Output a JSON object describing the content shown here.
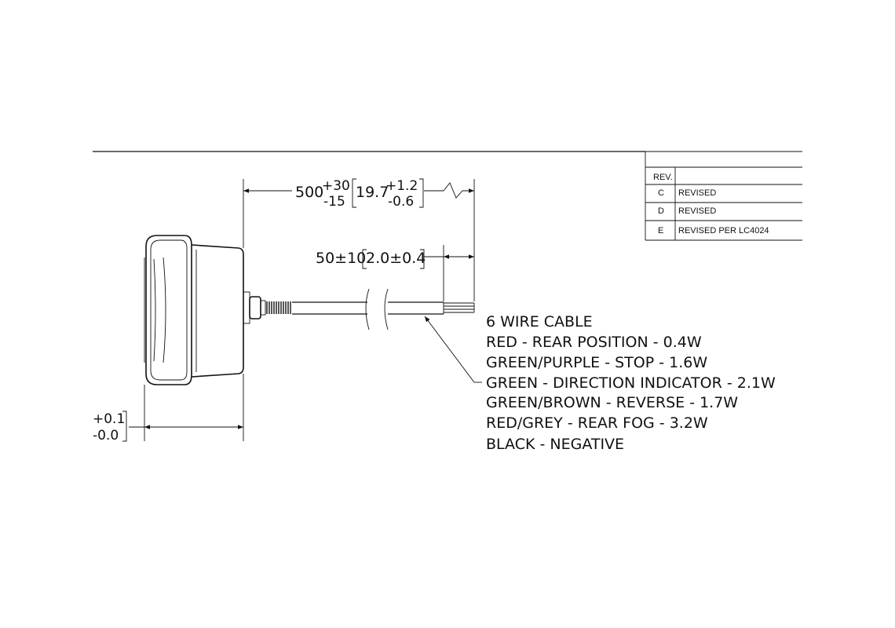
{
  "revision_table": {
    "header": "REV.",
    "rows": [
      {
        "rev": "C",
        "description": "REVISED"
      },
      {
        "rev": "D",
        "description": "REVISED"
      },
      {
        "rev": "E",
        "description": "REVISED PER LC4024"
      }
    ]
  },
  "dimensions": {
    "cable_length": {
      "nominal": "500",
      "tol_plus": "+30",
      "tol_minus": "-15",
      "inch_nominal": "19.7",
      "inch_plus": "+1.2",
      "inch_minus": "-0.6"
    },
    "strip_length": {
      "value": "50±10",
      "inch_value": "2.0±0.4"
    },
    "body_depth": {
      "tol_plus": "+0.1",
      "tol_minus": "-0.0"
    }
  },
  "wire_notes": {
    "title": "6 WIRE CABLE",
    "wires": [
      "RED - REAR POSITION - 0.4W",
      "GREEN/PURPLE - STOP - 1.6W",
      "GREEN - DIRECTION INDICATOR - 2.1W",
      "GREEN/BROWN - REVERSE - 1.7W",
      "RED/GREY - REAR FOG - 3.2W",
      "BLACK - NEGATIVE"
    ]
  }
}
